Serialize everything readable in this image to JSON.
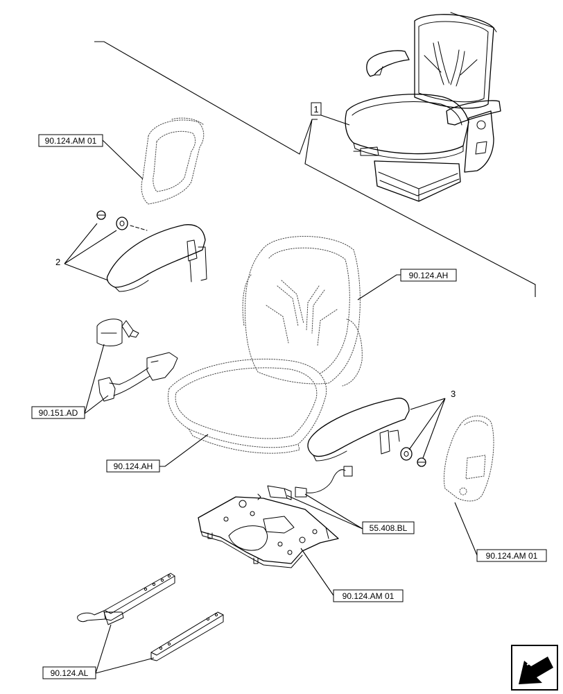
{
  "callouts": {
    "c1": "1",
    "c2": "2",
    "c3": "3"
  },
  "references": {
    "headrest_top": "90.124.AM 01",
    "backrest": "90.124.AH",
    "seatbelt": "90.151.AD",
    "cushion": "90.124.AH",
    "wiring": "55.408.BL",
    "headrest_right": "90.124.AM 01",
    "base_plate": "90.124.AM 01",
    "rails": "90.124.AL"
  },
  "icons": {
    "nav": "navigation-arrow-icon"
  }
}
